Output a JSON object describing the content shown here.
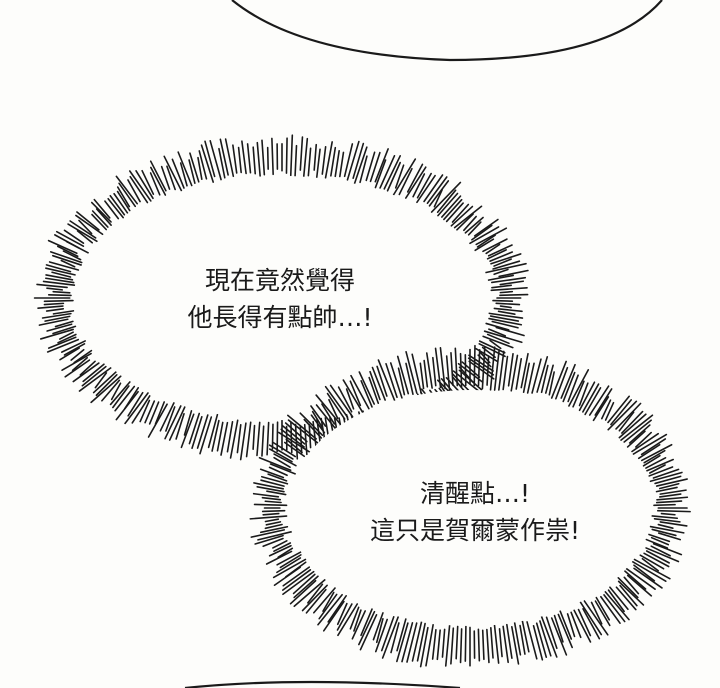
{
  "bubble_1": {
    "lines": [
      "現在竟然覺得",
      "他長得有點帥…!"
    ]
  },
  "bubble_2": {
    "lines": [
      "清醒點…!",
      "這只是賀爾蒙作祟!"
    ]
  },
  "colors": {
    "ink": "#1a1a1a",
    "paper": "#fdfdfb"
  }
}
